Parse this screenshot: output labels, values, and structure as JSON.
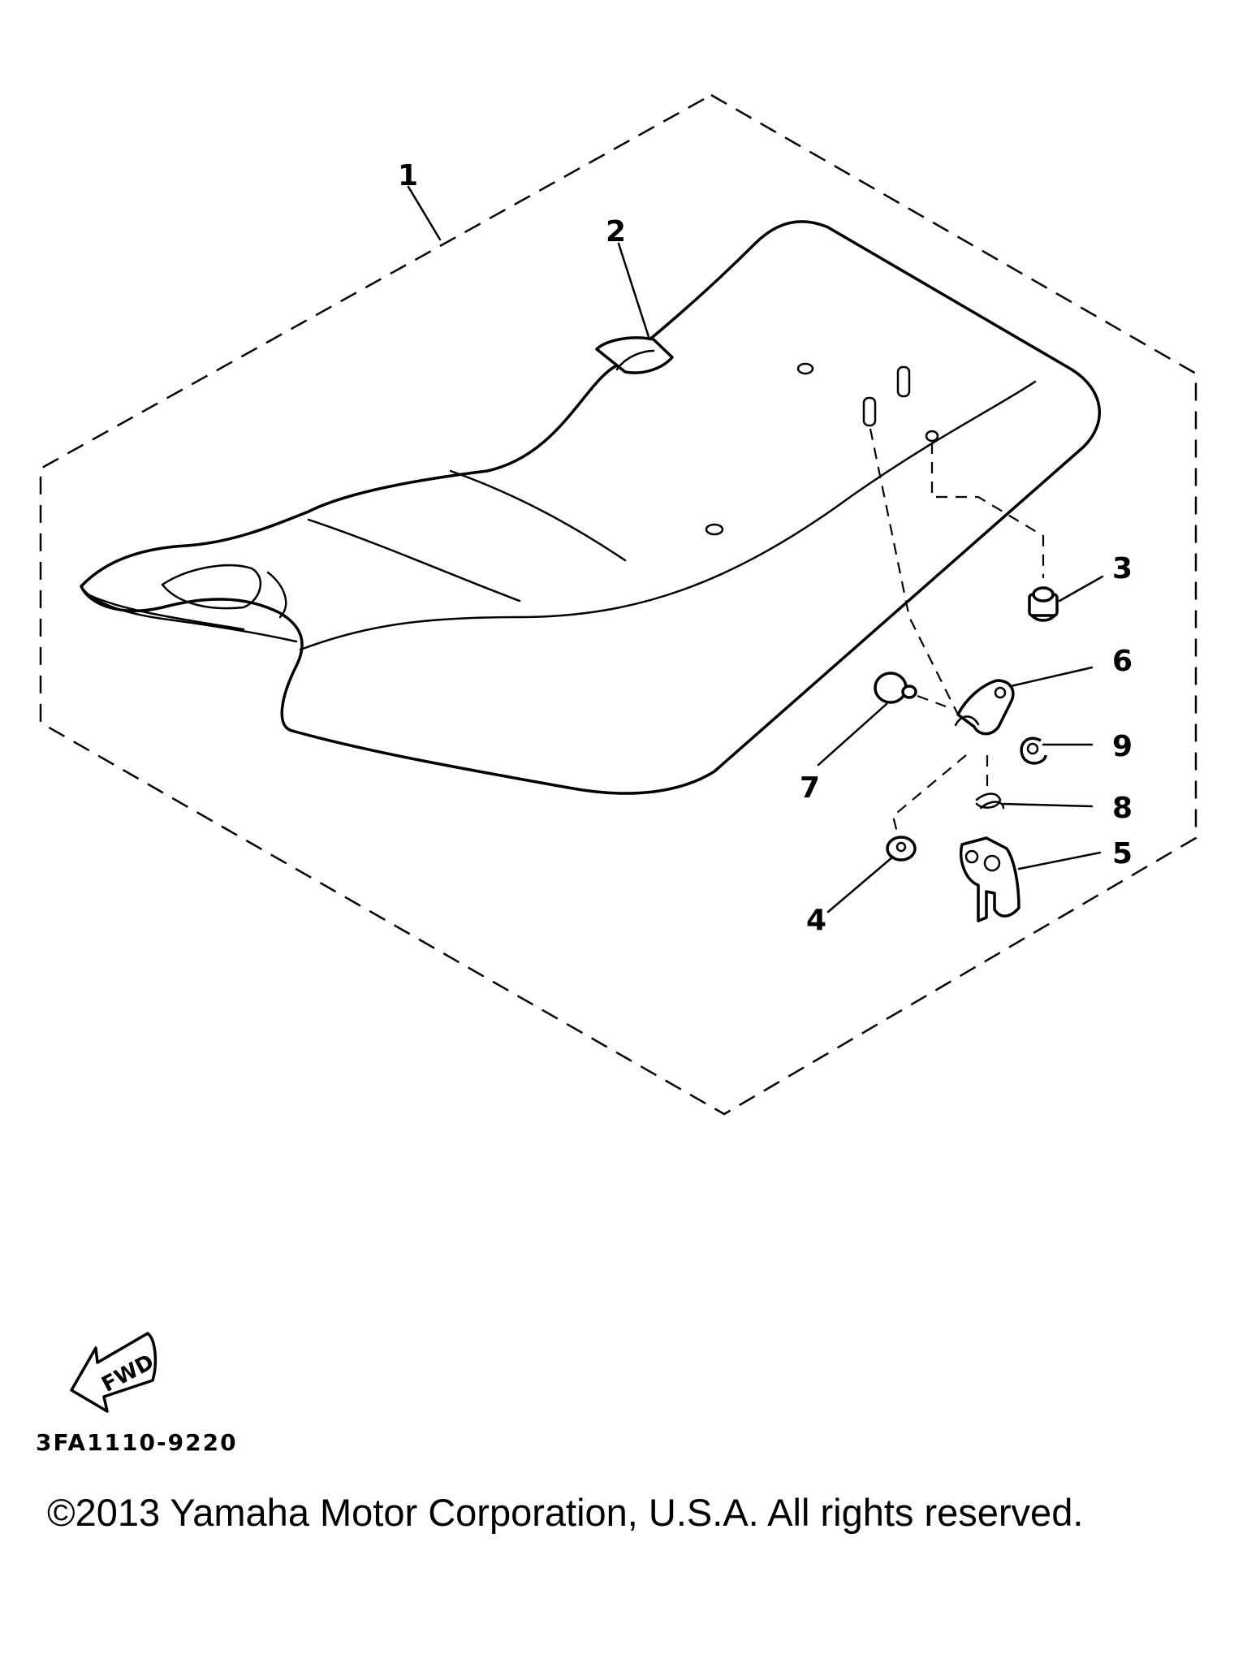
{
  "diagram": {
    "callouts": [
      {
        "id": "1",
        "label": "1"
      },
      {
        "id": "2",
        "label": "2"
      },
      {
        "id": "3",
        "label": "3"
      },
      {
        "id": "4",
        "label": "4"
      },
      {
        "id": "5",
        "label": "5"
      },
      {
        "id": "6",
        "label": "6"
      },
      {
        "id": "7",
        "label": "7"
      },
      {
        "id": "8",
        "label": "8"
      },
      {
        "id": "9",
        "label": "9"
      }
    ],
    "fwd_arrow": "FWD",
    "part_number": "3FA1110-9220"
  },
  "footer": {
    "copyright": "©2013 Yamaha Motor Corporation, U.S.A. All rights reserved."
  }
}
